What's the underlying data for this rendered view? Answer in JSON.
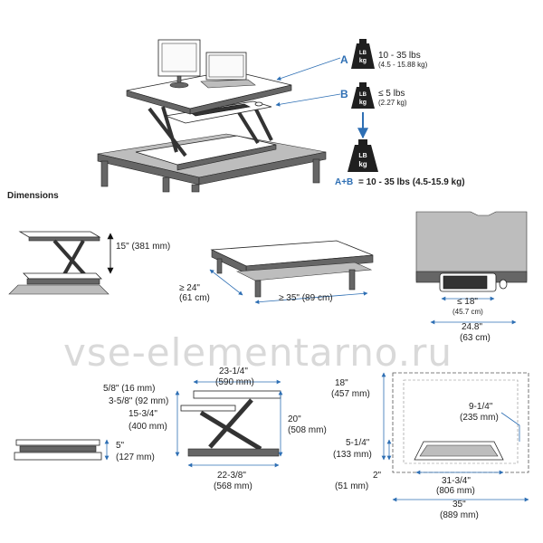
{
  "weights": {
    "a_letter": "A",
    "a_range": "10 - 35 lbs",
    "a_metric": "(4.5 - 15.88 kg)",
    "b_letter": "B",
    "b_range": "≤ 5 lbs",
    "b_metric": "(2.27 kg)",
    "kg_unit_top": "LB",
    "kg_unit_bottom": "kg",
    "total_prefix": "A+B",
    "total_text": "= 10 - 35 lbs (4.5-15.9 kg)"
  },
  "section_title": "Dimensions",
  "watermark": "vse-elementarno.ru",
  "dims": {
    "lift_height": "15\" (381 mm)",
    "depth_in": "≥ 24\"",
    "depth_mm": "(61 cm)",
    "width_in": "≥ 35\" (89 cm)",
    "kb_in": "≤ 18\"",
    "kb_mm": "(45.7 cm)",
    "kb_width_in": "24.8\"",
    "kb_width_mm": "(63 cm)",
    "top_depth_in": "23-1/4\"",
    "top_depth_mm": "(590 mm)",
    "thk_in": "5/8\" (16 mm)",
    "kb_offset": "3-5/8\" (92 mm)",
    "kb_height_in": "15-3/4\"",
    "kb_height_mm": "(400 mm)",
    "max_height_in": "20\"",
    "max_height_mm": "(508 mm)",
    "base_depth_in": "22-3/8\"",
    "base_depth_mm": "(568 mm)",
    "collapsed_in": "5\"",
    "collapsed_mm": "(127 mm)",
    "top_height_in": "18\"",
    "top_height_mm": "(457 mm)",
    "slot_in": "9-1/4\"",
    "slot_mm": "(235 mm)",
    "tray_in": "5-1/4\"",
    "tray_mm": "(133 mm)",
    "tray_off_in": "2\"",
    "tray_off_mm": "(51 mm)",
    "base_width_in": "31-3/4\"",
    "base_width_mm": "(806 mm)",
    "total_width_in": "35\"",
    "total_width_mm": "(889 mm)"
  }
}
